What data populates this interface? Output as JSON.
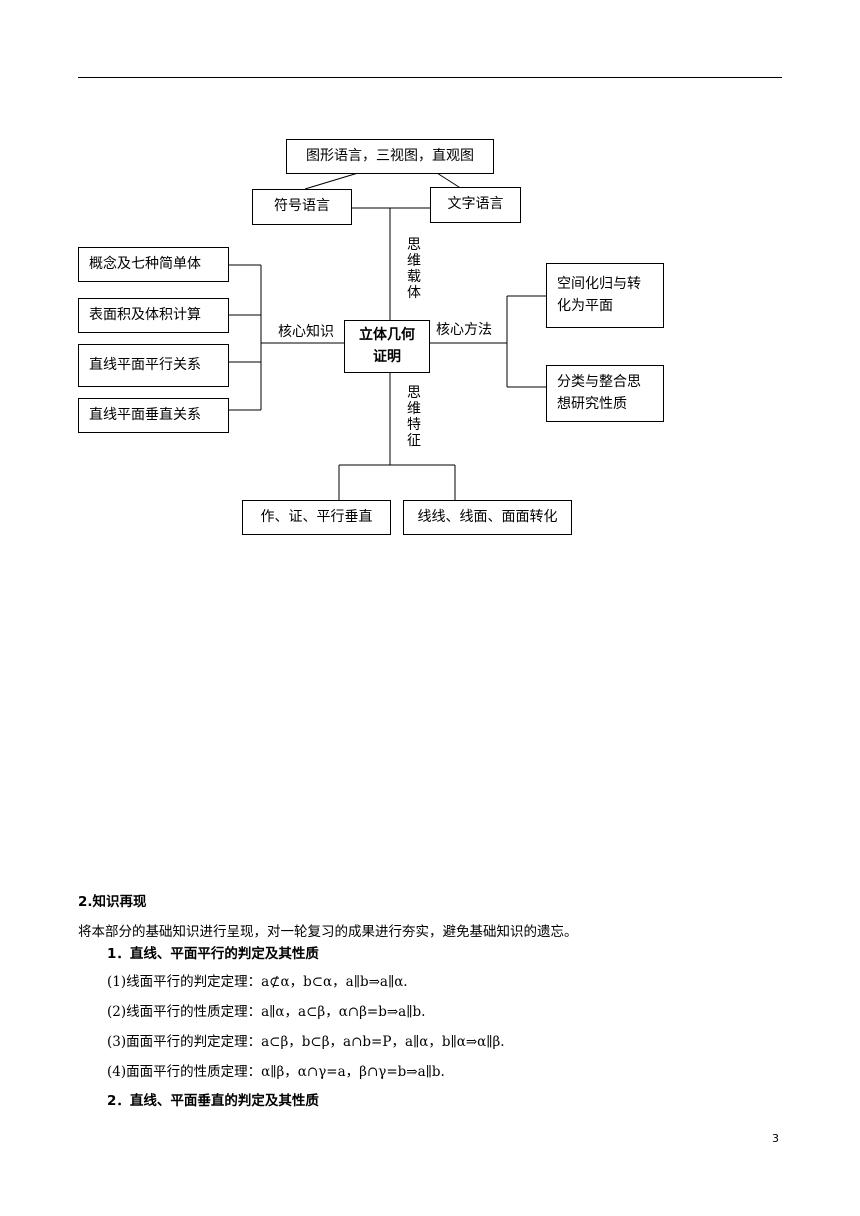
{
  "diagram": {
    "top_box": "图形语言，三视图，直观图",
    "symbol_box": "符号语言",
    "text_box": "文字语言",
    "left_boxes": [
      "概念及七种简单体",
      "表面积及体积计算",
      "直线平面平行关系",
      "直线平面垂直关系"
    ],
    "center_box_line1": "立体几何",
    "center_box_line2": "证明",
    "label_core_knowledge": "核心知识",
    "label_core_method": "核心方法",
    "label_thinking_carrier": "思维载体",
    "label_thinking_feature": "思维特征",
    "right_box_1_line1": "空间化归与转",
    "right_box_1_line2": "化为平面",
    "right_box_2_line1": "分类与整合思",
    "right_box_2_line2": "想研究性质",
    "bottom_box_left": "作、证、平行垂直",
    "bottom_box_right": "线线、线面、面面转化"
  },
  "section": {
    "title": "2.知识再现",
    "intro": "将本部分的基础知识进行呈现，对一轮复习的成果进行夯实，避免基础知识的遗忘。",
    "heading1": "1．直线、平面平行的判定及其性质",
    "item1": "(1)线面平行的判定定理：a⊄α，b⊂α，a∥b⇒a∥α.",
    "item2": "(2)线面平行的性质定理：a∥α，a⊂β，α∩β=b⇒a∥b.",
    "item3": "(3)面面平行的判定定理：a⊂β，b⊂β，a∩b=P，a∥α，b∥α⇒α∥β.",
    "item4": "(4)面面平行的性质定理：α∥β，α∩γ=a，β∩γ=b⇒a∥b.",
    "heading2": "2．直线、平面垂直的判定及其性质"
  },
  "page_number": "3"
}
